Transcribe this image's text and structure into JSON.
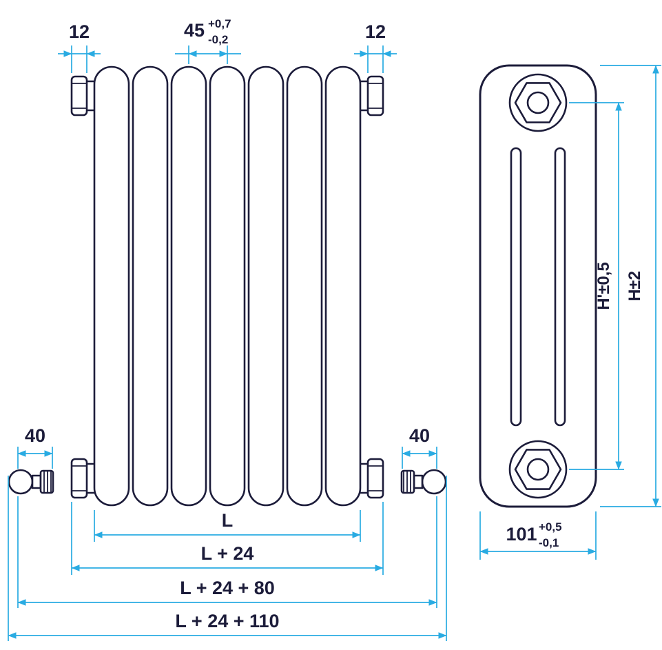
{
  "colors": {
    "background": "#ffffff",
    "ink": "#1c1c3a",
    "dimension": "#29abe2"
  },
  "front_view": {
    "labels": {
      "tapping_width_left": "12",
      "tapping_width_right": "12",
      "section_pitch": "45",
      "section_pitch_tol_plus": "+0,7",
      "section_pitch_tol_minus": "-0,2",
      "valve_left": "40",
      "valve_right": "40",
      "length": "L",
      "length_with_tappings": "L + 24",
      "length_with_valves": "L + 24 + 80",
      "length_overall": "L + 24 + 110"
    }
  },
  "side_view": {
    "labels": {
      "height_tappings": "H'±0,5",
      "height_overall": "H±2",
      "depth": "101",
      "depth_tol_plus": "+0,5",
      "depth_tol_minus": "-0,1"
    }
  }
}
